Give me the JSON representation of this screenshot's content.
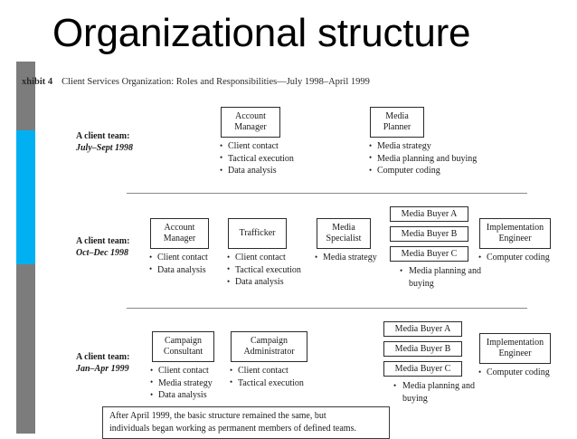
{
  "slide": {
    "title": "Organizational structure",
    "accent_color": "#00b0f0",
    "bar_color": "#7c7c7c"
  },
  "exhibit": {
    "label": "xhibit 4",
    "caption": "Client Services Organization: Roles and Responsibilities—July 1998–April 1999"
  },
  "rows": [
    {
      "label_top": "A client team:",
      "label_date": "July–Sept 1998",
      "boxes": [
        {
          "line1": "Account",
          "line2": "Manager"
        },
        {
          "line1": "Media",
          "line2": "Planner"
        }
      ],
      "bullets_am": [
        "Client contact",
        "Tactical execution",
        "Data analysis"
      ],
      "bullets_mp": [
        "Media strategy",
        "Media planning and buying",
        "Computer coding"
      ]
    },
    {
      "label_top": "A client team:",
      "label_date": "Oct–Dec 1998",
      "boxes": [
        {
          "line1": "Account",
          "line2": "Manager"
        },
        {
          "line1": "Trafficker",
          "line2": ""
        },
        {
          "line1": "Media",
          "line2": "Specialist"
        },
        {
          "line1": "Implementation",
          "line2": "Engineer"
        }
      ],
      "buyers": [
        "Media Buyer A",
        "Media Buyer B",
        "Media Buyer C"
      ],
      "bullets_am": [
        "Client contact",
        "Data analysis"
      ],
      "bullets_traf": [
        "Client contact",
        "Tactical execution",
        "Data analysis"
      ],
      "bullets_ms": [
        "Media strategy"
      ],
      "bullets_buyers": [
        "Media planning and buying"
      ],
      "bullets_ie": [
        "Computer coding"
      ]
    },
    {
      "label_top": "A client team:",
      "label_date": "Jan–Apr 1999",
      "boxes": [
        {
          "line1": "Campaign",
          "line2": "Consultant"
        },
        {
          "line1": "Campaign",
          "line2": "Administrator"
        },
        {
          "line1": "Implementation",
          "line2": "Engineer"
        }
      ],
      "buyers": [
        "Media Buyer A",
        "Media Buyer B",
        "Media Buyer C"
      ],
      "bullets_cc": [
        "Client contact",
        "Media strategy",
        "Data analysis"
      ],
      "bullets_ca": [
        "Client contact",
        "Tactical execution"
      ],
      "bullets_buyers": [
        "Media planning and buying"
      ],
      "bullets_ie": [
        "Computer coding"
      ]
    }
  ],
  "footnote": {
    "line1": "After April 1999, the basic structure remained the same, but",
    "line2": "individuals began working as permanent members of defined teams."
  }
}
